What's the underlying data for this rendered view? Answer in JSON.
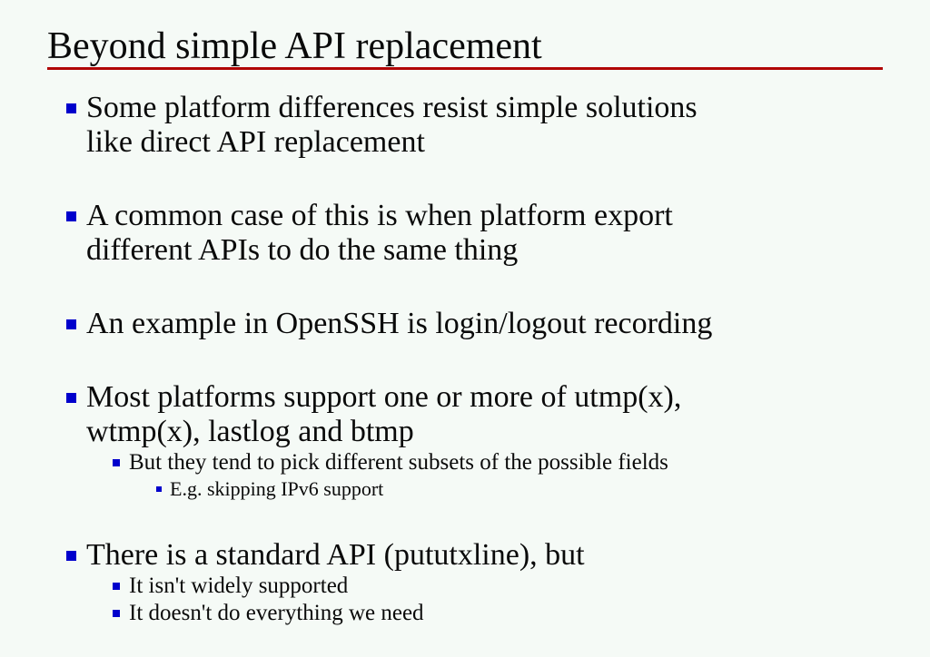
{
  "slide": {
    "title": "Beyond simple API replacement",
    "title_rule_color": "#b00606",
    "background_color": "#f5faf6",
    "text_color": "#0a0a0a",
    "bullet_color": "#0000cc",
    "bullets": [
      {
        "level": 1,
        "text": "Some platform differences resist simple solutions like direct API replacement",
        "lines": [
          "Some platform differences resist simple solutions",
          "like direct API replacement"
        ]
      },
      {
        "level": 1,
        "text": "A common case of this is when platform export different APIs to do the same thing",
        "lines": [
          "A common case of this is when platform export",
          "different APIs to do the same thing"
        ]
      },
      {
        "level": 1,
        "text": "An example in OpenSSH is login/logout recording",
        "lines": [
          "An example in OpenSSH is login/logout recording"
        ]
      },
      {
        "level": 1,
        "text": "Most platforms support one or more of utmp(x), wtmp(x), lastlog and btmp",
        "lines": [
          "Most platforms support one or more of utmp(x),",
          "wtmp(x), lastlog and btmp"
        ]
      },
      {
        "level": 2,
        "text": "But they tend to pick different subsets of the possible fields",
        "lines": [
          "But they tend to pick different subsets of the possible fields"
        ]
      },
      {
        "level": 3,
        "text": "E.g. skipping IPv6 support",
        "lines": [
          "E.g. skipping IPv6 support"
        ]
      },
      {
        "level": 1,
        "text": "There is a standard API (pututxline), but",
        "lines": [
          "There is a standard API (pututxline), but"
        ]
      },
      {
        "level": 2,
        "text": "It isn't widely supported",
        "lines": [
          "It isn't widely supported"
        ]
      },
      {
        "level": 2,
        "text": "It doesn't do everything we need",
        "lines": [
          "It doesn't do everything we need"
        ]
      }
    ]
  }
}
